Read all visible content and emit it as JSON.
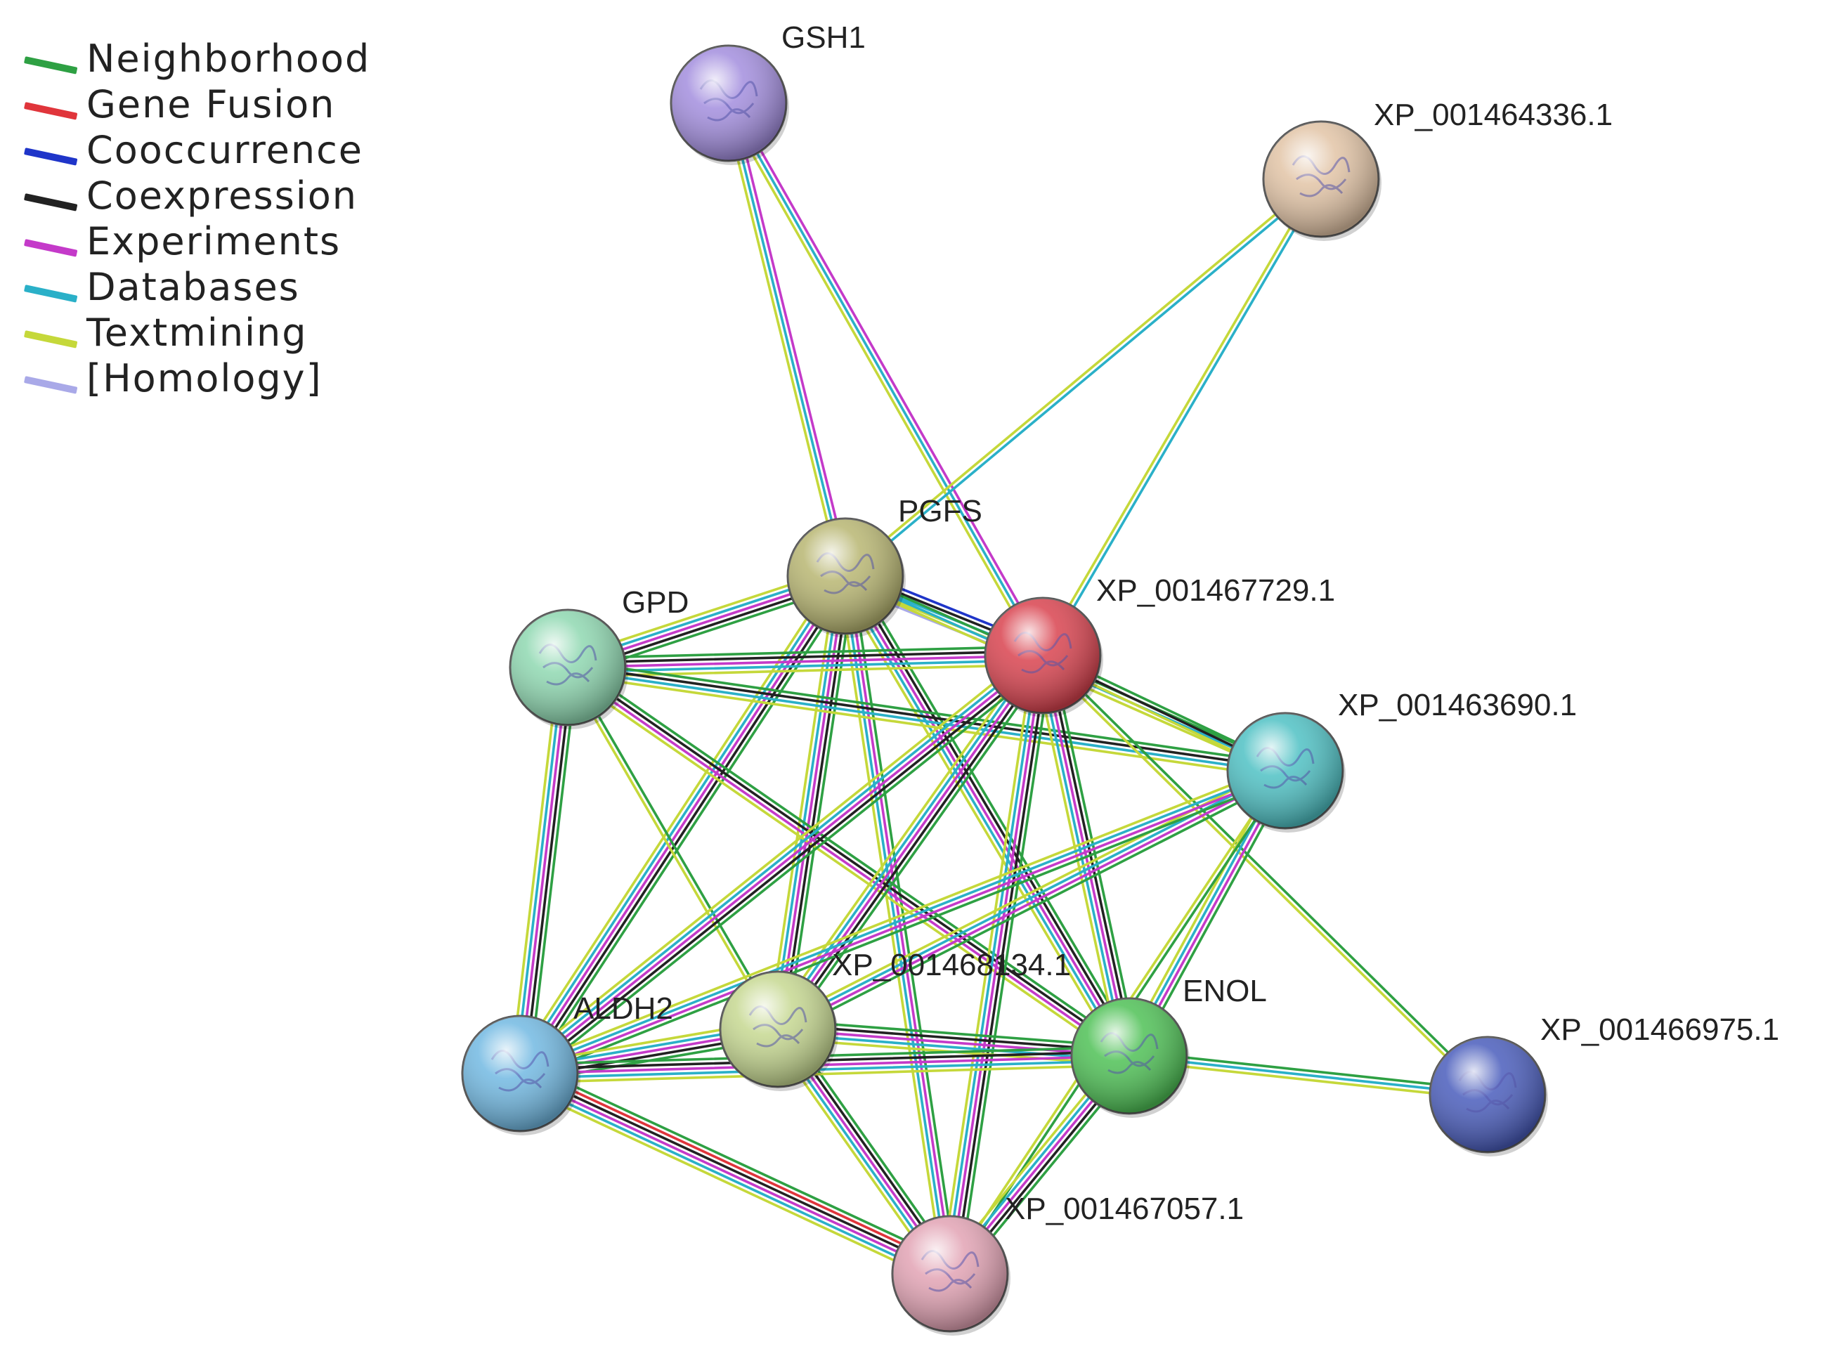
{
  "legend": [
    {
      "key": "neighborhood",
      "label": "Neighborhood",
      "color": "#2ea043"
    },
    {
      "key": "gene_fusion",
      "label": "Gene Fusion",
      "color": "#e0353b"
    },
    {
      "key": "cooccurrence",
      "label": "Cooccurrence",
      "color": "#1f35c9"
    },
    {
      "key": "coexpression",
      "label": "Coexpression",
      "color": "#222222"
    },
    {
      "key": "experiments",
      "label": "Experiments",
      "color": "#c43ac9"
    },
    {
      "key": "databases",
      "label": "Databases",
      "color": "#2ab0c8"
    },
    {
      "key": "textmining",
      "label": "Textmining",
      "color": "#c5d83a"
    },
    {
      "key": "homology",
      "label": "[Homology]",
      "color": "#a9a9e8"
    }
  ],
  "nodes": [
    {
      "id": "GSH1",
      "label": "GSH1",
      "color": "#a38ede"
    },
    {
      "id": "XP_001464336.1",
      "label": "XP_001464336.1",
      "color": "#e2c4a6"
    },
    {
      "id": "PGFS",
      "label": "PGFS",
      "color": "#b8b672"
    },
    {
      "id": "GPD",
      "label": "GPD",
      "color": "#8fd8b1"
    },
    {
      "id": "XP_001467729.1",
      "label": "XP_001467729.1",
      "color": "#d9434f"
    },
    {
      "id": "XP_001463690.1",
      "label": "XP_001463690.1",
      "color": "#4fc1c4"
    },
    {
      "id": "XP_001468134.1",
      "label": "XP_001468134.1",
      "color": "#c6d891"
    },
    {
      "id": "ALDH2",
      "label": "ALDH2",
      "color": "#72b9e2"
    },
    {
      "id": "ENOL",
      "label": "ENOL",
      "color": "#4fc156"
    },
    {
      "id": "XP_001466975.1",
      "label": "XP_001466975.1",
      "color": "#4a5dbc"
    },
    {
      "id": "XP_001467057.1",
      "label": "XP_001467057.1",
      "color": "#e2a3b4"
    }
  ],
  "edges": [
    {
      "source": "GSH1",
      "target": "PGFS",
      "types": [
        "experiments",
        "databases",
        "textmining"
      ]
    },
    {
      "source": "GSH1",
      "target": "XP_001467729.1",
      "types": [
        "experiments",
        "databases",
        "textmining"
      ]
    },
    {
      "source": "XP_001464336.1",
      "target": "PGFS",
      "types": [
        "databases",
        "textmining"
      ]
    },
    {
      "source": "XP_001464336.1",
      "target": "XP_001467729.1",
      "types": [
        "databases",
        "textmining"
      ]
    },
    {
      "source": "PGFS",
      "target": "GPD",
      "types": [
        "neighborhood",
        "coexpression",
        "experiments",
        "databases",
        "textmining"
      ]
    },
    {
      "source": "PGFS",
      "target": "XP_001467729.1",
      "types": [
        "cooccurrence",
        "coexpression",
        "databases",
        "textmining",
        "homology"
      ]
    },
    {
      "source": "PGFS",
      "target": "XP_001463690.1",
      "types": [
        "neighborhood",
        "databases",
        "textmining"
      ]
    },
    {
      "source": "PGFS",
      "target": "XP_001468134.1",
      "types": [
        "neighborhood",
        "coexpression",
        "experiments",
        "databases",
        "textmining"
      ]
    },
    {
      "source": "PGFS",
      "target": "ALDH2",
      "types": [
        "neighborhood",
        "coexpression",
        "experiments",
        "databases",
        "textmining"
      ]
    },
    {
      "source": "PGFS",
      "target": "ENOL",
      "types": [
        "neighborhood",
        "coexpression",
        "experiments",
        "databases",
        "textmining"
      ]
    },
    {
      "source": "PGFS",
      "target": "XP_001467057.1",
      "types": [
        "neighborhood",
        "experiments",
        "databases",
        "textmining"
      ]
    },
    {
      "source": "GPD",
      "target": "XP_001467729.1",
      "types": [
        "neighborhood",
        "coexpression",
        "experiments",
        "databases",
        "textmining"
      ]
    },
    {
      "source": "GPD",
      "target": "XP_001463690.1",
      "types": [
        "neighborhood",
        "coexpression",
        "databases",
        "textmining"
      ]
    },
    {
      "source": "GPD",
      "target": "ALDH2",
      "types": [
        "neighborhood",
        "coexpression",
        "experiments",
        "databases",
        "textmining"
      ]
    },
    {
      "source": "GPD",
      "target": "ENOL",
      "types": [
        "neighborhood",
        "coexpression",
        "experiments",
        "textmining"
      ]
    },
    {
      "source": "GPD",
      "target": "XP_001468134.1",
      "types": [
        "neighborhood",
        "textmining"
      ]
    },
    {
      "source": "XP_001467729.1",
      "target": "XP_001463690.1",
      "types": [
        "neighborhood",
        "coexpression",
        "textmining"
      ]
    },
    {
      "source": "XP_001467729.1",
      "target": "XP_001468134.1",
      "types": [
        "neighborhood",
        "coexpression",
        "experiments",
        "databases",
        "textmining"
      ]
    },
    {
      "source": "XP_001467729.1",
      "target": "ALDH2",
      "types": [
        "neighborhood",
        "coexpression",
        "experiments",
        "databases",
        "textmining"
      ]
    },
    {
      "source": "XP_001467729.1",
      "target": "ENOL",
      "types": [
        "neighborhood",
        "coexpression",
        "experiments",
        "databases",
        "textmining"
      ]
    },
    {
      "source": "XP_001467729.1",
      "target": "XP_001466975.1",
      "types": [
        "neighborhood",
        "textmining"
      ]
    },
    {
      "source": "XP_001467729.1",
      "target": "XP_001467057.1",
      "types": [
        "neighborhood",
        "coexpression",
        "experiments",
        "databases",
        "textmining"
      ]
    },
    {
      "source": "XP_001463690.1",
      "target": "XP_001468134.1",
      "types": [
        "neighborhood",
        "experiments",
        "databases",
        "textmining"
      ]
    },
    {
      "source": "XP_001463690.1",
      "target": "ALDH2",
      "types": [
        "neighborhood",
        "experiments",
        "databases",
        "textmining"
      ]
    },
    {
      "source": "XP_001463690.1",
      "target": "ENOL",
      "types": [
        "neighborhood",
        "experiments",
        "databases",
        "textmining"
      ]
    },
    {
      "source": "XP_001463690.1",
      "target": "XP_001467057.1",
      "types": [
        "neighborhood",
        "textmining"
      ]
    },
    {
      "source": "XP_001468134.1",
      "target": "ALDH2",
      "types": [
        "neighborhood",
        "coexpression",
        "experiments",
        "databases",
        "textmining"
      ]
    },
    {
      "source": "XP_001468134.1",
      "target": "ENOL",
      "types": [
        "neighborhood",
        "coexpression",
        "experiments",
        "databases",
        "textmining"
      ]
    },
    {
      "source": "XP_001468134.1",
      "target": "XP_001467057.1",
      "types": [
        "neighborhood",
        "coexpression",
        "experiments",
        "databases",
        "textmining"
      ]
    },
    {
      "source": "ALDH2",
      "target": "ENOL",
      "types": [
        "neighborhood",
        "coexpression",
        "experiments",
        "databases",
        "textmining"
      ]
    },
    {
      "source": "ALDH2",
      "target": "XP_001467057.1",
      "types": [
        "neighborhood",
        "gene_fusion",
        "coexpression",
        "experiments",
        "databases",
        "textmining"
      ]
    },
    {
      "source": "ENOL",
      "target": "XP_001466975.1",
      "types": [
        "neighborhood",
        "databases",
        "textmining"
      ]
    },
    {
      "source": "ENOL",
      "target": "XP_001467057.1",
      "types": [
        "neighborhood",
        "coexpression",
        "experiments",
        "databases",
        "textmining"
      ]
    }
  ]
}
